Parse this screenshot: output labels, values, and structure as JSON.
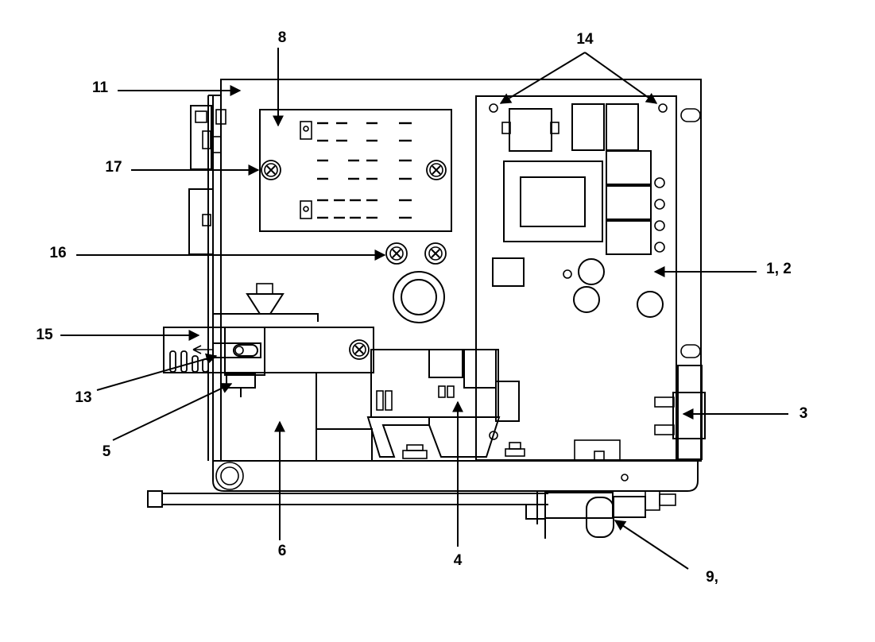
{
  "callouts": {
    "c8": "8",
    "c14": "14",
    "c11": "11",
    "c17": "17",
    "c16": "16",
    "c1_2": "1, 2",
    "c15": "15",
    "c13": "13",
    "c5": "5",
    "c3": "3",
    "c6": "6",
    "c4": "4",
    "c9": "9,"
  },
  "colors": {
    "line": "#000000",
    "background": "#ffffff"
  }
}
